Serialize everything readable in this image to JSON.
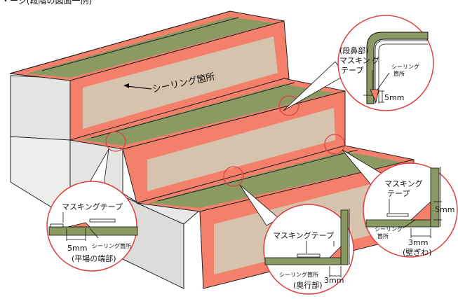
{
  "header_fragment": "・ージ(段階の図面一例)",
  "labels": {
    "main_sealing": "シーリング箇所",
    "nose": {
      "title": "(段鼻部)",
      "masking_1": "マスキン",
      "masking_2": "グ",
      "masking_3": "テープ",
      "sealing_1": "シーリング",
      "sealing_2": "箇所",
      "dim": "5mm"
    },
    "flat": {
      "masking": "マスキングテープ",
      "dim": "5mm",
      "sealing": "シーリング箇所",
      "caption": "(平場の端部)"
    },
    "back": {
      "masking": "マスキングテープ",
      "sealing": "シーリング箇所",
      "dim": "3mm",
      "caption": "(奥行部)"
    },
    "wall": {
      "masking_1": "マスキング",
      "masking_2": "テープ",
      "dim_v": "5mm",
      "sealing_1": "シーリング",
      "sealing_2": "箇所",
      "dim_h": "3mm",
      "caption": "(壁ぎわ)"
    }
  },
  "colors": {
    "sealing": "#f4806c",
    "tread": "#8a9a62",
    "riser": "#d6c3ad",
    "concrete": "#ededec",
    "concrete_dark": "#dcdcdb",
    "line": "#222222",
    "callout": "#e04040"
  }
}
